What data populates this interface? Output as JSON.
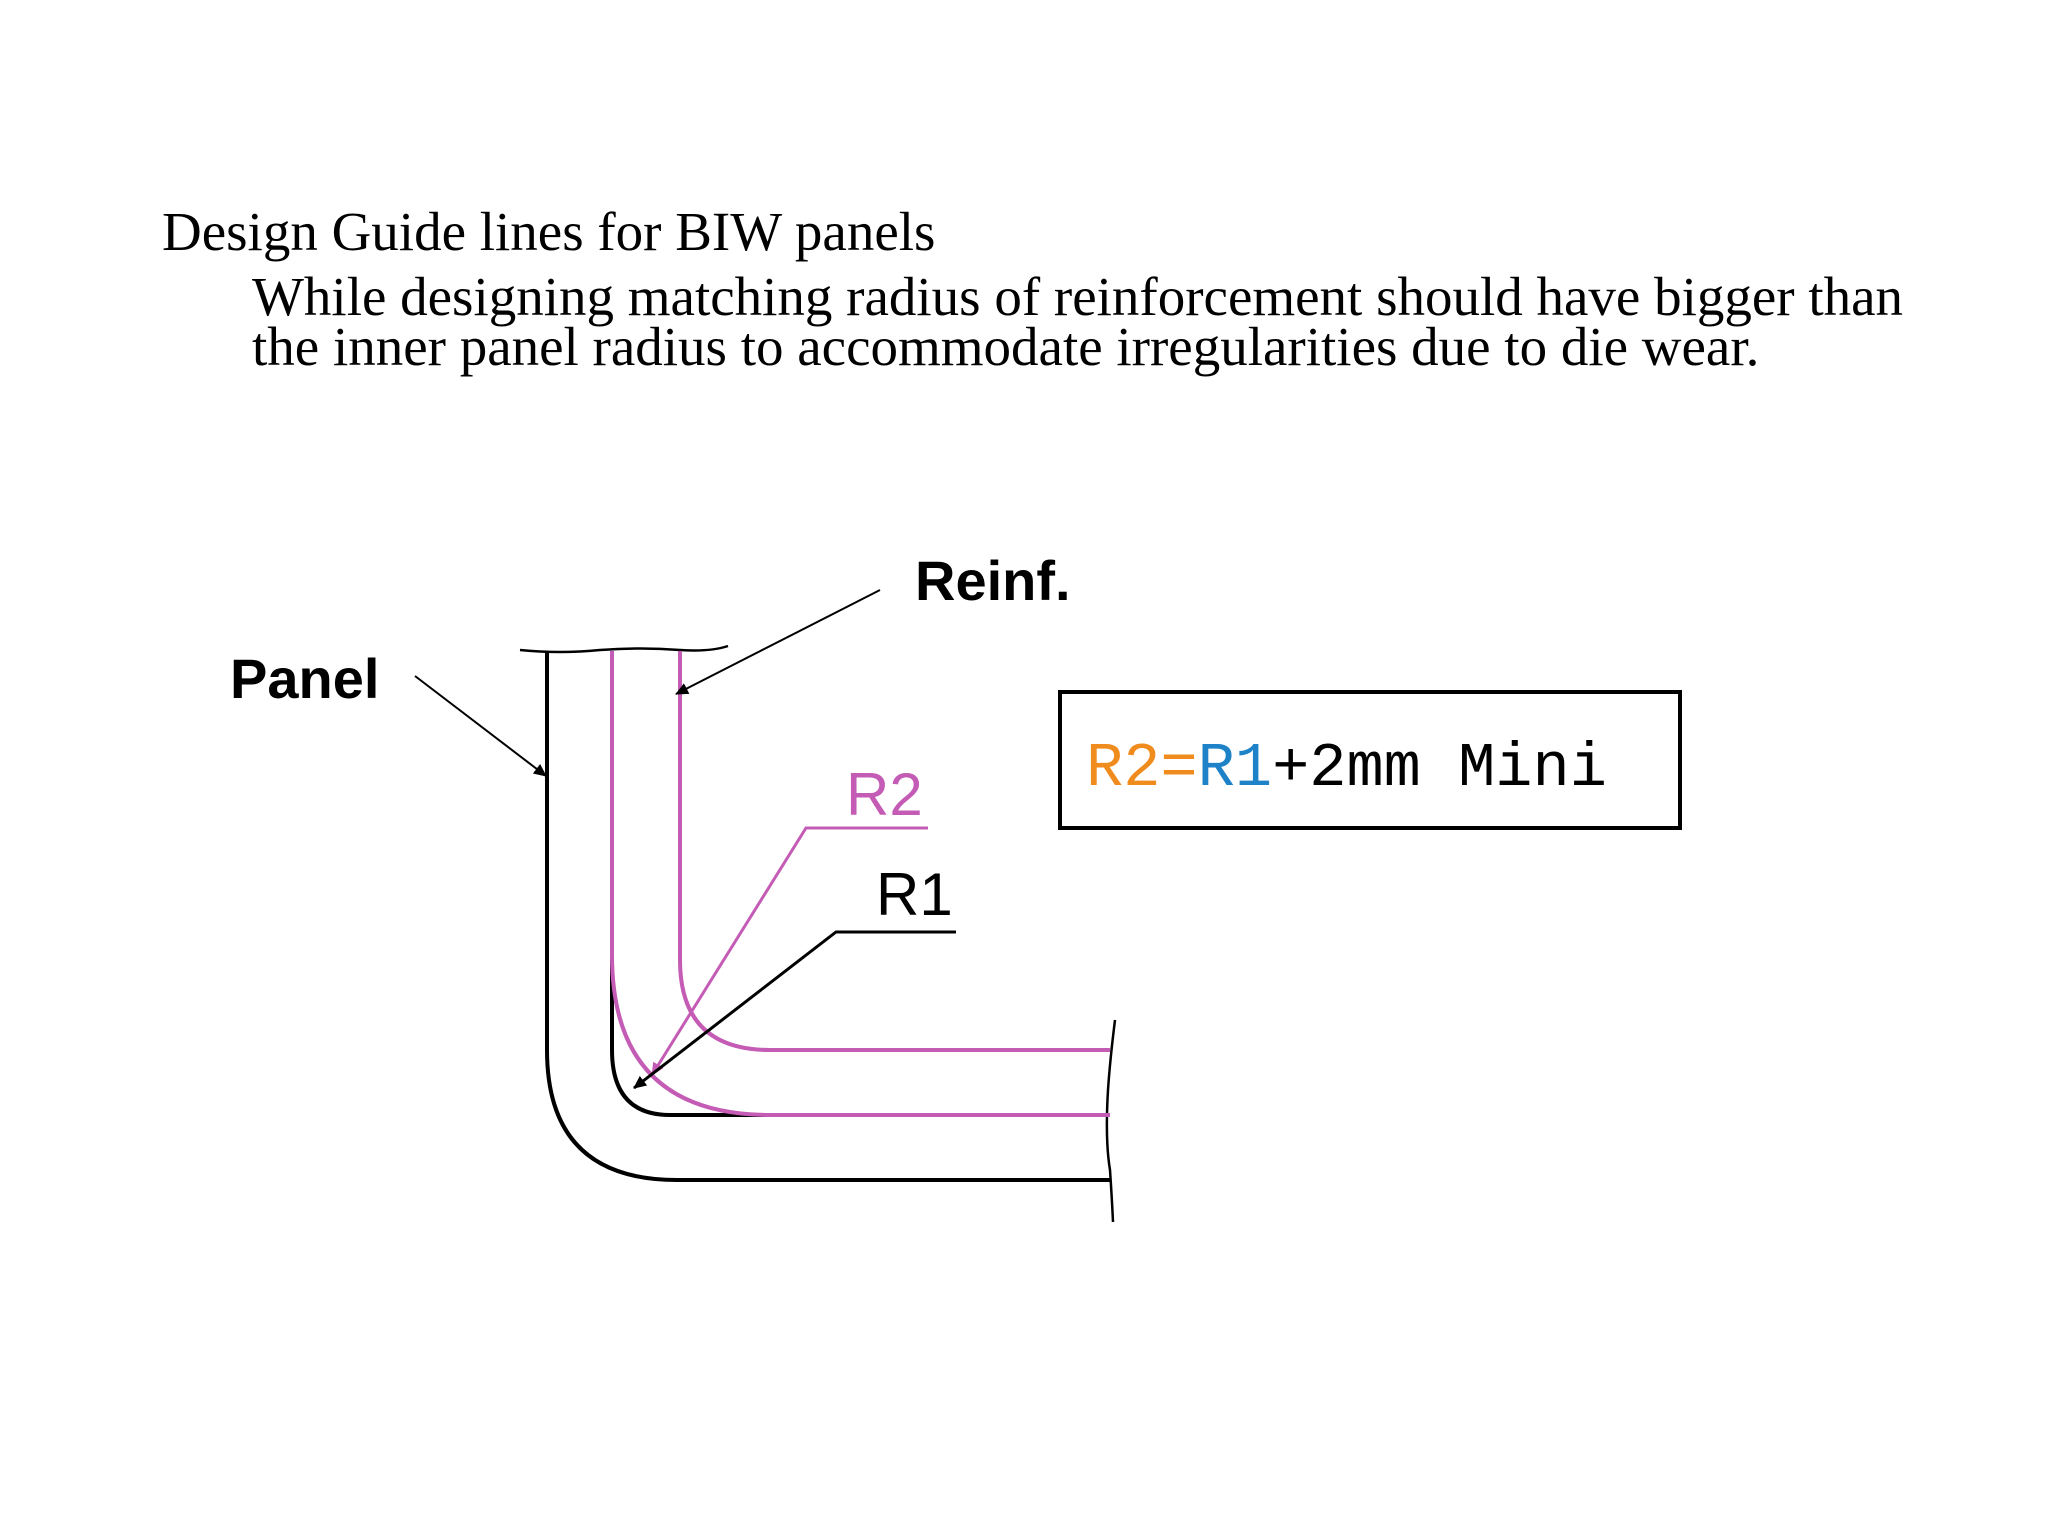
{
  "slide": {
    "title": "Design Guide lines for BIW panels",
    "body_lines": [
      "While designing matching radius of reinforcement should have bigger  than",
      "the inner panel radius to accommodate irregularities due to die wear."
    ]
  },
  "diagram": {
    "labels": {
      "panel": "Panel",
      "reinf": "Reinf.",
      "r2": "R2",
      "r1": "R1"
    },
    "formula": {
      "part_r2": "R2",
      "part_eq": "=",
      "part_r1": "R1",
      "part_rest": "+2mm Mini"
    },
    "colors": {
      "panel_line": "#000000",
      "reinf_line": "#c45cb5",
      "r2_label": "#c45cb5",
      "formula_r2": "#f08c1e",
      "formula_r1": "#1e82c8",
      "formula_rest": "#000000"
    }
  }
}
